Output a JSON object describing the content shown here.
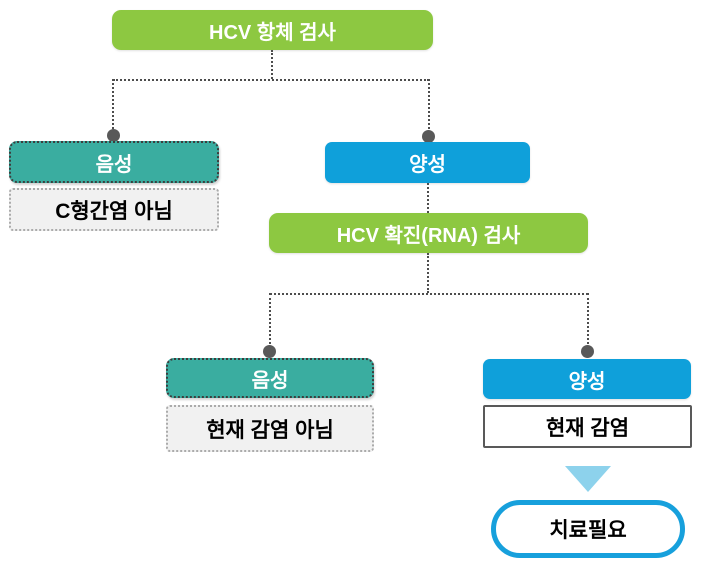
{
  "colors": {
    "test_box_green": "#8DC841",
    "negative_box_teal": "#3AADA0",
    "positive_box_blue": "#0FA0DA",
    "arrow_light_blue": "#8DD2EC",
    "treatment_pill_border_blue": "#17A0DC",
    "connector_gray": "#4D4D4D",
    "result_box_gray_fill": "#F1F1F1"
  },
  "nodes": {
    "root_test": {
      "label": "HCV 항체 검사"
    },
    "level1_negative": {
      "label": "음성"
    },
    "level1_negative_result": {
      "label": "C형간염 아님"
    },
    "level1_positive": {
      "label": "양성"
    },
    "rna_test": {
      "label": "HCV 확진(RNA) 검사"
    },
    "level2_negative": {
      "label": "음성"
    },
    "level2_negative_result": {
      "label": "현재 감염 아님"
    },
    "level2_positive": {
      "label": "양성"
    },
    "level2_positive_result": {
      "label": "현재 감염"
    },
    "treatment": {
      "label": "치료필요"
    }
  }
}
